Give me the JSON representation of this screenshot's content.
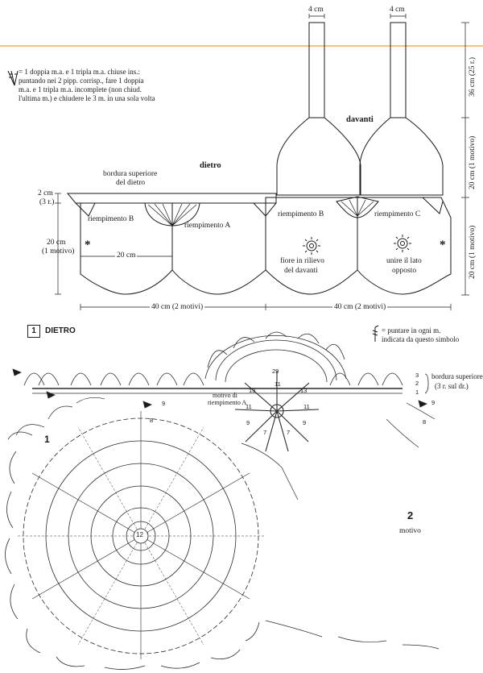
{
  "legend": {
    "stitch_text": "= 1 doppia m.a. e 1 tripla m.a. chiuse ins.:\npuntando nei 2 pipp. corrisp., fare 1 doppia\nm.a. e 1 tripla m.a. incomplete (non chiud.\nl'ultima m.) e chiudere le 3 m. in una sola volta",
    "puntare_text": "= puntare in ogni m.\nindicata da questo simbolo"
  },
  "schematic": {
    "strap_width_left": "4 cm",
    "strap_width_right": "4 cm",
    "strap_height": "36 cm (25 r.)",
    "front_height": "20 cm (1 motivo)",
    "bottom_height": "20 cm (1 motivo)",
    "left_border_h1": "2 cm",
    "left_border_h2": "(3 r.)",
    "left_motif_h1": "20 cm",
    "left_motif_h2": "(1 motivo)",
    "inner_width": "20 cm",
    "width_left": "40 cm (2 motivi)",
    "width_right": "40 cm (2 motivi)",
    "label_dietro": "dietro",
    "label_davanti": "davanti",
    "label_bordura_1": "bordura superiore",
    "label_bordura_2": "del dietro",
    "label_riemp_b1": "riempimento B",
    "label_riemp_a": "riempimento A",
    "label_riemp_b2": "riempimento B",
    "label_riemp_c": "riempimento C",
    "label_fiore_1": "fiore in rilievo",
    "label_fiore_2": "del davanti",
    "label_unire_1": "unire il lato",
    "label_unire_2": "opposto",
    "asterisk": "*"
  },
  "diagram": {
    "section_number": "1",
    "section_title": "DIETRO",
    "label_1": "1",
    "label_2": "2",
    "label_motivo": "motivo",
    "center_number": "12",
    "motivo_di_1": "motivo di",
    "motivo_di_2": "riempimento A",
    "bordura_rows": [
      "3",
      "2",
      "1"
    ],
    "bordura_1": "bordura superiore",
    "bordura_2": "(3 r. sul dr.)",
    "fan_numbers": [
      "29",
      "13",
      "11",
      "13",
      "11",
      "11",
      "9",
      "7",
      "7",
      "9"
    ],
    "row_numbers_left": [
      "9",
      "8"
    ],
    "row_numbers_right": [
      "9",
      "8"
    ]
  },
  "colors": {
    "ink": "#1a1a1a",
    "accent_line": "#f0a030"
  }
}
